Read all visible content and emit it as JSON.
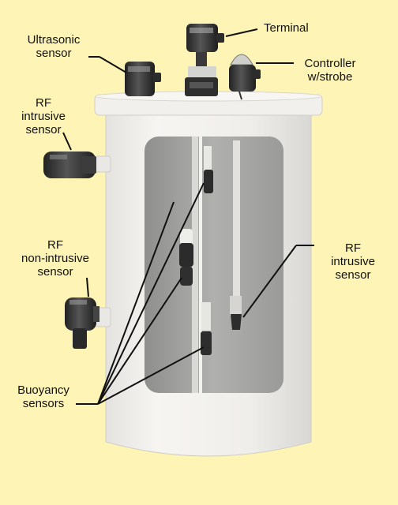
{
  "colors": {
    "background": "#fdf4b5",
    "tank": "#efeeeb",
    "window": "#a3a3a1",
    "sensor_body": "#3b3b3b",
    "leader_line": "#111111"
  },
  "labels": {
    "ultrasonic": [
      "Ultrasonic",
      "sensor"
    ],
    "terminal": [
      "Terminal"
    ],
    "controller": [
      "Controller",
      "w/strobe"
    ],
    "rf_intrusive_left": [
      "RF",
      "intrusive",
      "sensor"
    ],
    "rf_non_intrusive": [
      "RF",
      "non-intrusive",
      "sensor"
    ],
    "rf_intrusive_right": [
      "RF",
      "intrusive",
      "sensor"
    ],
    "buoyancy": [
      "Buoyancy",
      "sensors"
    ]
  }
}
